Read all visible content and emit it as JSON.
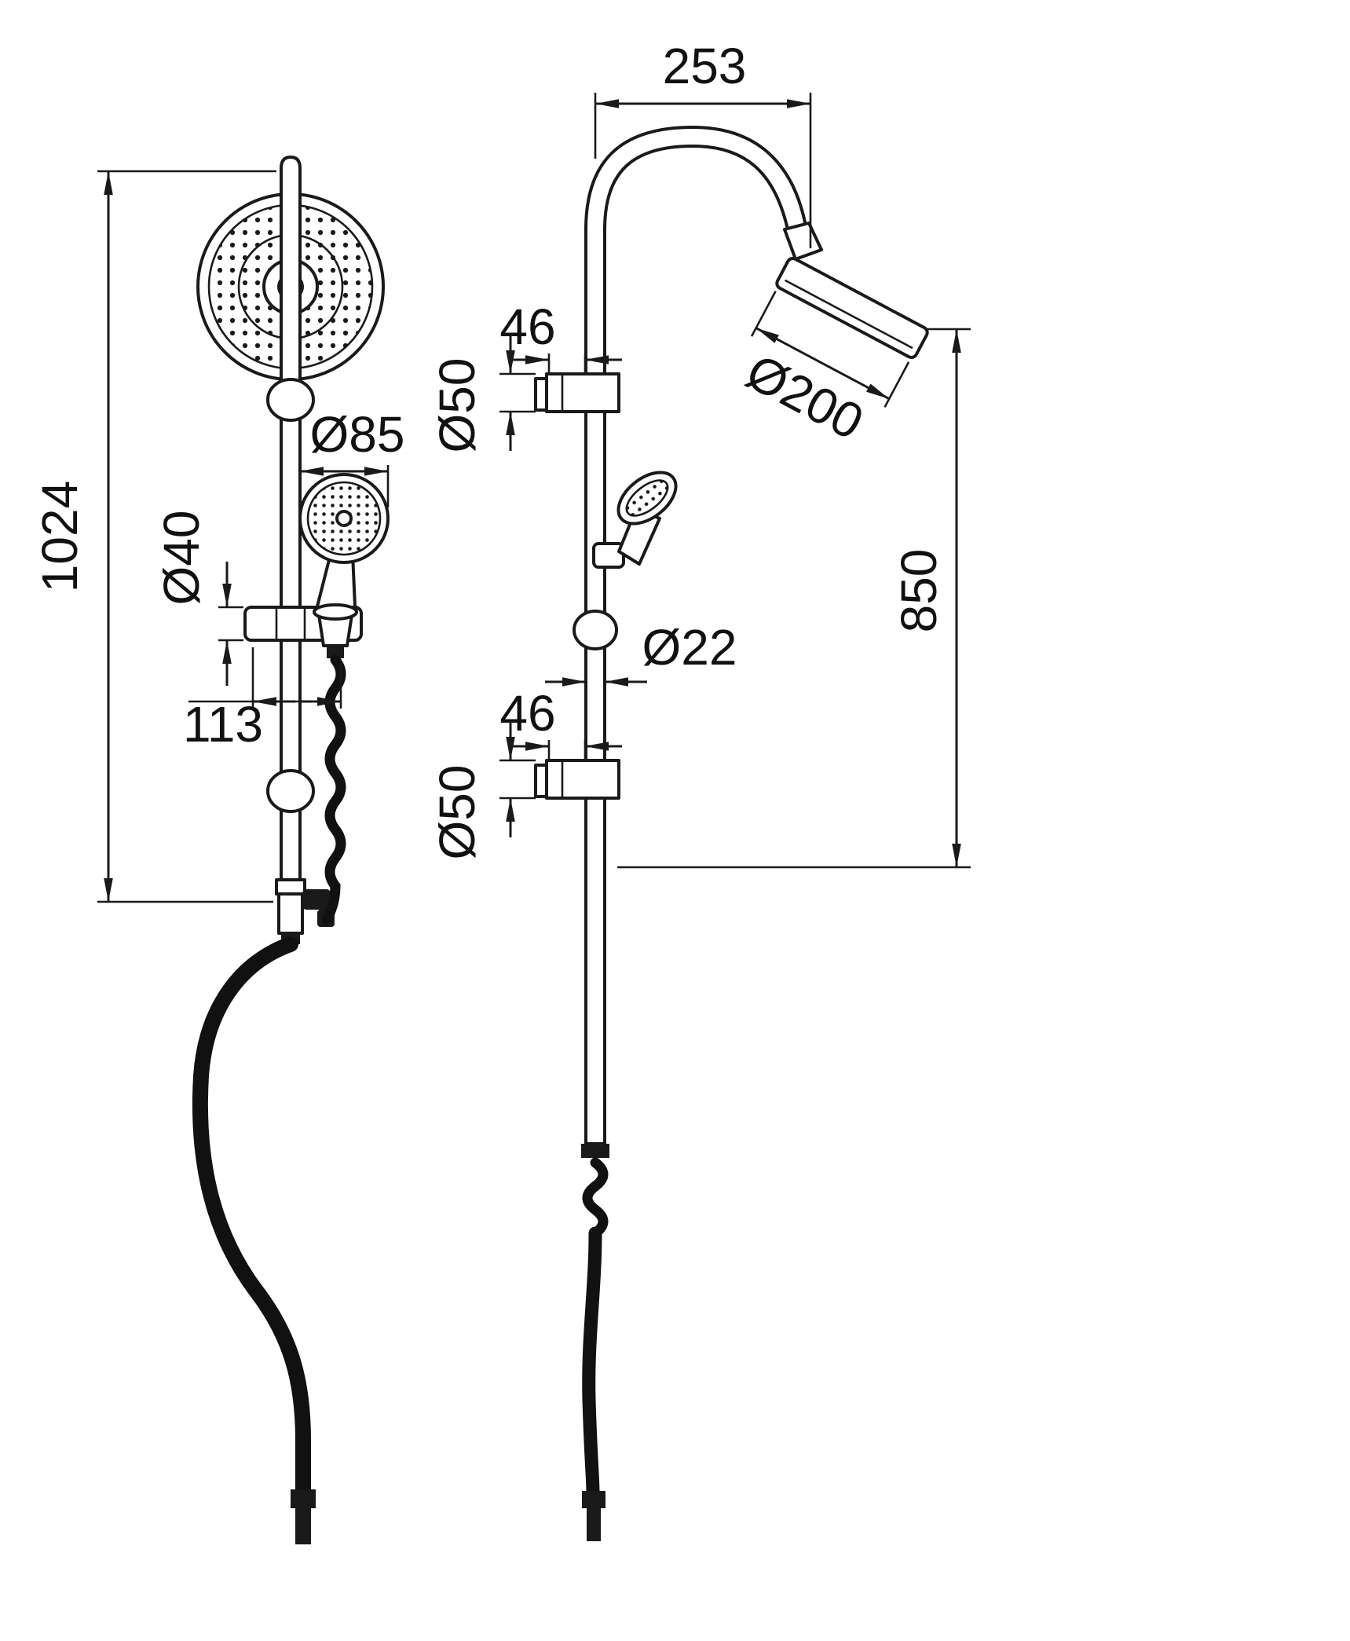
{
  "colors": {
    "line": "#1a1a1a",
    "background": "#ffffff"
  },
  "front_view": {
    "overall_height": "1024",
    "hand_shower_diameter": "Ø85",
    "holder_diameter": "Ø40",
    "holder_offset": "113"
  },
  "side_view": {
    "arm_projection": "253",
    "upper_bracket_depth": "46",
    "upper_bracket_diameter": "Ø50",
    "head_diameter": "Ø200",
    "riser_height": "850",
    "pipe_diameter": "Ø22",
    "lower_bracket_depth": "46",
    "lower_bracket_diameter": "Ø50"
  }
}
